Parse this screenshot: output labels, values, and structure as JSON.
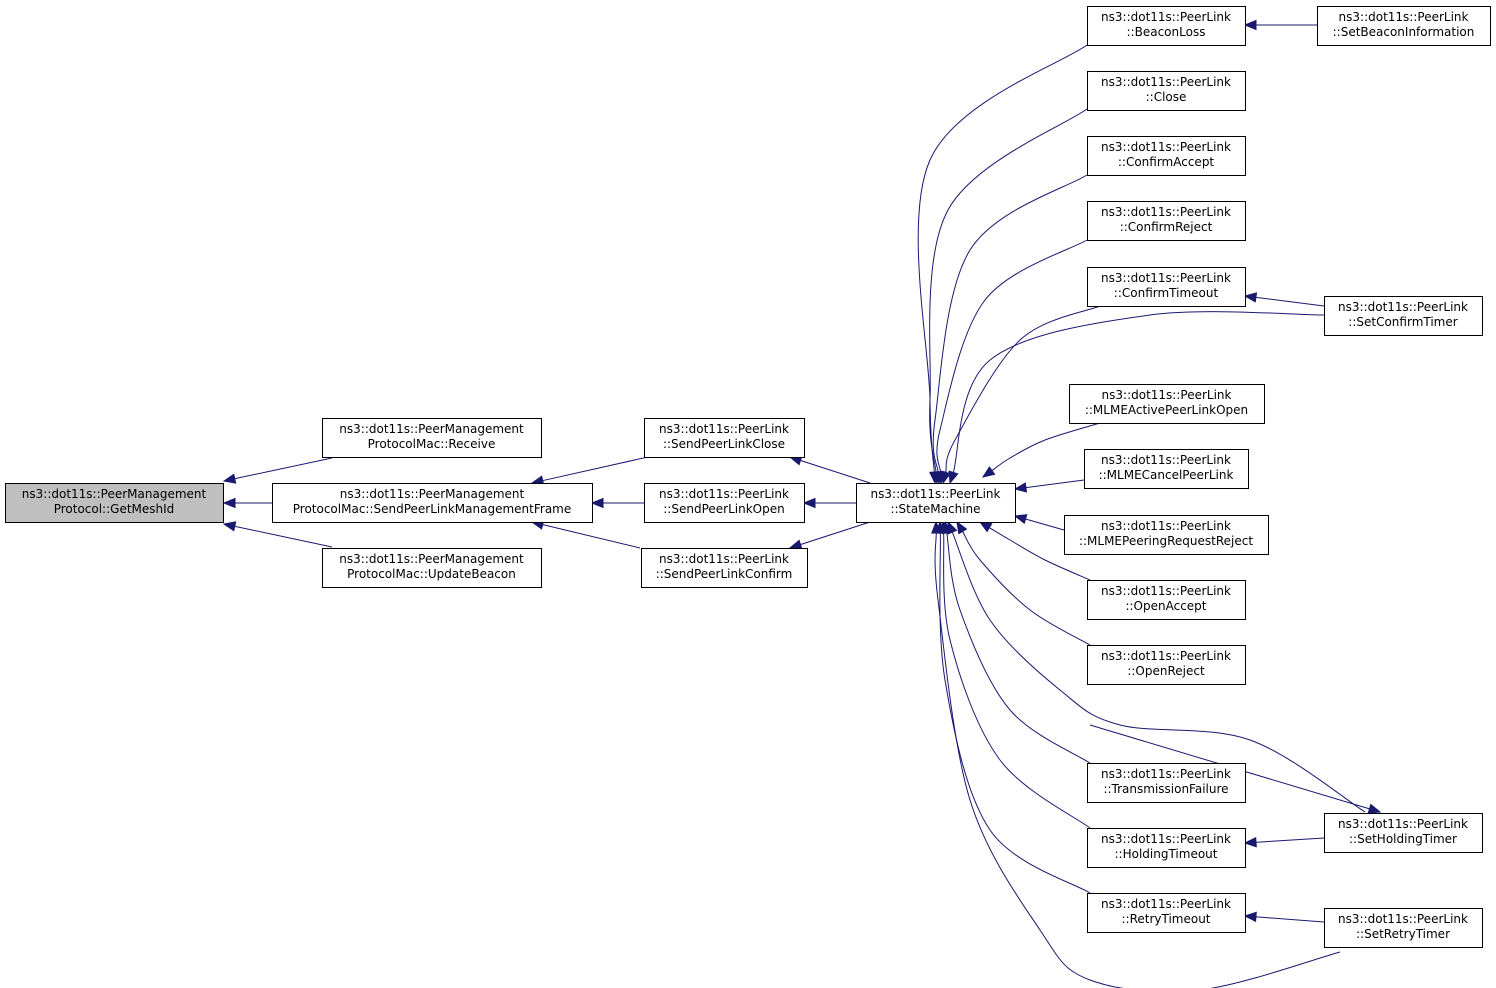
{
  "graph": {
    "colors": {
      "edge": "#191970",
      "root_fill": "#bfbfbf",
      "node_fill": "#ffffff",
      "border": "#000000"
    },
    "nodes": [
      {
        "id": "getmeshid",
        "name": "node-getmeshid",
        "lines": [
          "ns3::dot11s::PeerManagement",
          "Protocol::GetMeshId"
        ],
        "root": true
      },
      {
        "id": "receive",
        "name": "node-receive",
        "lines": [
          "ns3::dot11s::PeerManagement",
          "ProtocolMac::Receive"
        ]
      },
      {
        "id": "sendmgmt",
        "name": "node-send-peer-link-management-frame",
        "lines": [
          "ns3::dot11s::PeerManagement",
          "ProtocolMac::SendPeerLinkManagementFrame"
        ]
      },
      {
        "id": "updatebeacon",
        "name": "node-update-beacon",
        "lines": [
          "ns3::dot11s::PeerManagement",
          "ProtocolMac::UpdateBeacon"
        ]
      },
      {
        "id": "sendclose",
        "name": "node-send-peer-link-close",
        "lines": [
          "ns3::dot11s::PeerLink",
          "::SendPeerLinkClose"
        ]
      },
      {
        "id": "sendopen",
        "name": "node-send-peer-link-open",
        "lines": [
          "ns3::dot11s::PeerLink",
          "::SendPeerLinkOpen"
        ]
      },
      {
        "id": "sendconfirm",
        "name": "node-send-peer-link-confirm",
        "lines": [
          "ns3::dot11s::PeerLink",
          "::SendPeerLinkConfirm"
        ]
      },
      {
        "id": "statemachine",
        "name": "node-state-machine",
        "lines": [
          "ns3::dot11s::PeerLink",
          "::StateMachine"
        ]
      },
      {
        "id": "beaconloss",
        "name": "node-beacon-loss",
        "lines": [
          "ns3::dot11s::PeerLink",
          "::BeaconLoss"
        ]
      },
      {
        "id": "close",
        "name": "node-close",
        "lines": [
          "ns3::dot11s::PeerLink",
          "::Close"
        ]
      },
      {
        "id": "confirmaccept",
        "name": "node-confirm-accept",
        "lines": [
          "ns3::dot11s::PeerLink",
          "::ConfirmAccept"
        ]
      },
      {
        "id": "confirmreject",
        "name": "node-confirm-reject",
        "lines": [
          "ns3::dot11s::PeerLink",
          "::ConfirmReject"
        ]
      },
      {
        "id": "confirmtimeout",
        "name": "node-confirm-timeout",
        "lines": [
          "ns3::dot11s::PeerLink",
          "::ConfirmTimeout"
        ]
      },
      {
        "id": "mlmeactive",
        "name": "node-mlme-active-peer-link-open",
        "lines": [
          "ns3::dot11s::PeerLink",
          "::MLMEActivePeerLinkOpen"
        ]
      },
      {
        "id": "mlmecancel",
        "name": "node-mlme-cancel-peer-link",
        "lines": [
          "ns3::dot11s::PeerLink",
          "::MLMECancelPeerLink"
        ]
      },
      {
        "id": "mlmepeering",
        "name": "node-mlme-peering-request-reject",
        "lines": [
          "ns3::dot11s::PeerLink",
          "::MLMEPeeringRequestReject"
        ]
      },
      {
        "id": "openaccept",
        "name": "node-open-accept",
        "lines": [
          "ns3::dot11s::PeerLink",
          "::OpenAccept"
        ]
      },
      {
        "id": "openreject",
        "name": "node-open-reject",
        "lines": [
          "ns3::dot11s::PeerLink",
          "::OpenReject"
        ]
      },
      {
        "id": "transfail",
        "name": "node-transmission-failure",
        "lines": [
          "ns3::dot11s::PeerLink",
          "::TransmissionFailure"
        ]
      },
      {
        "id": "holdingtimeout",
        "name": "node-holding-timeout",
        "lines": [
          "ns3::dot11s::PeerLink",
          "::HoldingTimeout"
        ]
      },
      {
        "id": "retrytimeout",
        "name": "node-retry-timeout",
        "lines": [
          "ns3::dot11s::PeerLink",
          "::RetryTimeout"
        ]
      },
      {
        "id": "setbeaconinfo",
        "name": "node-set-beacon-information",
        "lines": [
          "ns3::dot11s::PeerLink",
          "::SetBeaconInformation"
        ]
      },
      {
        "id": "setconfirmtimer",
        "name": "node-set-confirm-timer",
        "lines": [
          "ns3::dot11s::PeerLink",
          "::SetConfirmTimer"
        ]
      },
      {
        "id": "setholdingtimer",
        "name": "node-set-holding-timer",
        "lines": [
          "ns3::dot11s::PeerLink",
          "::SetHoldingTimer"
        ]
      },
      {
        "id": "setretrytimer",
        "name": "node-set-retry-timer",
        "lines": [
          "ns3::dot11s::PeerLink",
          "::SetRetryTimer"
        ]
      }
    ],
    "edges": [
      {
        "from": "receive",
        "to": "getmeshid"
      },
      {
        "from": "sendmgmt",
        "to": "getmeshid"
      },
      {
        "from": "updatebeacon",
        "to": "getmeshid"
      },
      {
        "from": "sendclose",
        "to": "sendmgmt"
      },
      {
        "from": "sendopen",
        "to": "sendmgmt"
      },
      {
        "from": "sendconfirm",
        "to": "sendmgmt"
      },
      {
        "from": "statemachine",
        "to": "sendclose"
      },
      {
        "from": "statemachine",
        "to": "sendopen"
      },
      {
        "from": "statemachine",
        "to": "sendconfirm"
      },
      {
        "from": "beaconloss",
        "to": "statemachine"
      },
      {
        "from": "close",
        "to": "statemachine"
      },
      {
        "from": "confirmaccept",
        "to": "statemachine"
      },
      {
        "from": "confirmreject",
        "to": "statemachine"
      },
      {
        "from": "confirmtimeout",
        "to": "statemachine"
      },
      {
        "from": "setconfirmtimer",
        "to": "statemachine"
      },
      {
        "from": "mlmeactive",
        "to": "statemachine"
      },
      {
        "from": "mlmecancel",
        "to": "statemachine"
      },
      {
        "from": "mlmepeering",
        "to": "statemachine"
      },
      {
        "from": "openaccept",
        "to": "statemachine"
      },
      {
        "from": "openreject",
        "to": "statemachine"
      },
      {
        "from": "setholdingtimer",
        "to": "statemachine"
      },
      {
        "from": "transfail",
        "to": "statemachine"
      },
      {
        "from": "holdingtimeout",
        "to": "statemachine"
      },
      {
        "from": "retrytimeout",
        "to": "statemachine"
      },
      {
        "from": "setretrytimer",
        "to": "statemachine"
      },
      {
        "from": "setbeaconinfo",
        "to": "beaconloss"
      },
      {
        "from": "setconfirmtimer",
        "to": "confirmtimeout"
      },
      {
        "from": "statemachine",
        "to": "setholdingtimer"
      },
      {
        "from": "setholdingtimer",
        "to": "holdingtimeout"
      },
      {
        "from": "setretrytimer",
        "to": "retrytimeout"
      }
    ]
  }
}
